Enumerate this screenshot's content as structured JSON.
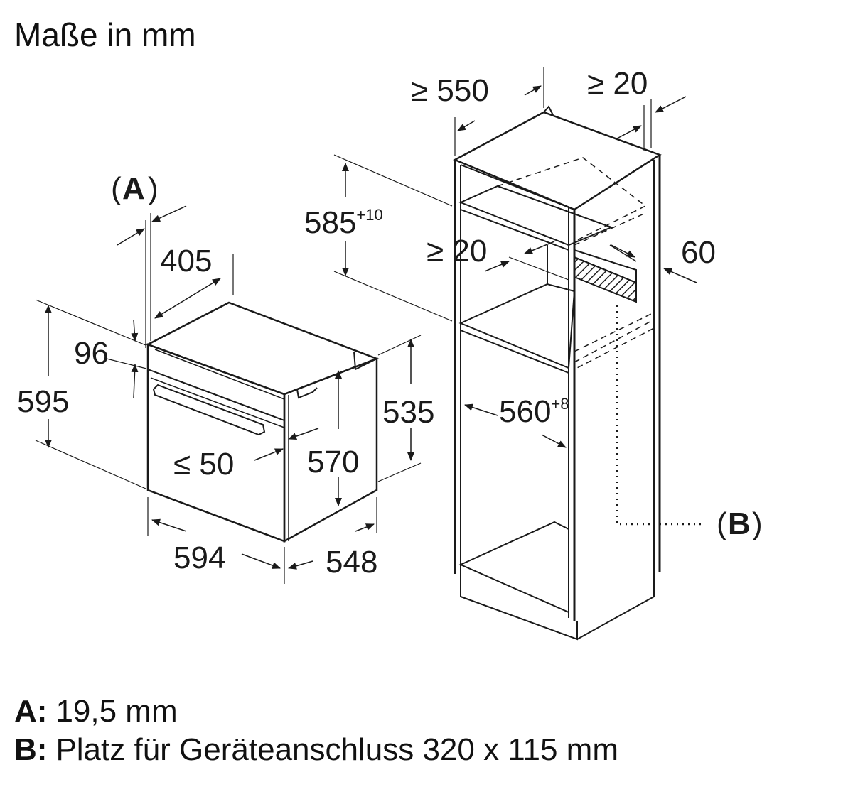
{
  "header": {
    "title": "Maße in mm"
  },
  "labels": {
    "a": "A",
    "b": "B"
  },
  "dimensions": {
    "d405": "405",
    "d96": "96",
    "d595": "595",
    "d535": "535",
    "d570": "570",
    "d594": "594",
    "d548": "548",
    "d50": "≤ 50",
    "d550": "≥ 550",
    "d20top": "≥ 20",
    "d20mid": "≥ 20",
    "d585": "585",
    "d585_tol": "+10",
    "d560": "560",
    "d560_tol": "+8",
    "d60": "60"
  },
  "legend": {
    "a_key": "A:",
    "a_text": "19,5 mm",
    "b_key": "B:",
    "b_text": "Platz für Geräteanschluss 320 x 115 mm"
  }
}
